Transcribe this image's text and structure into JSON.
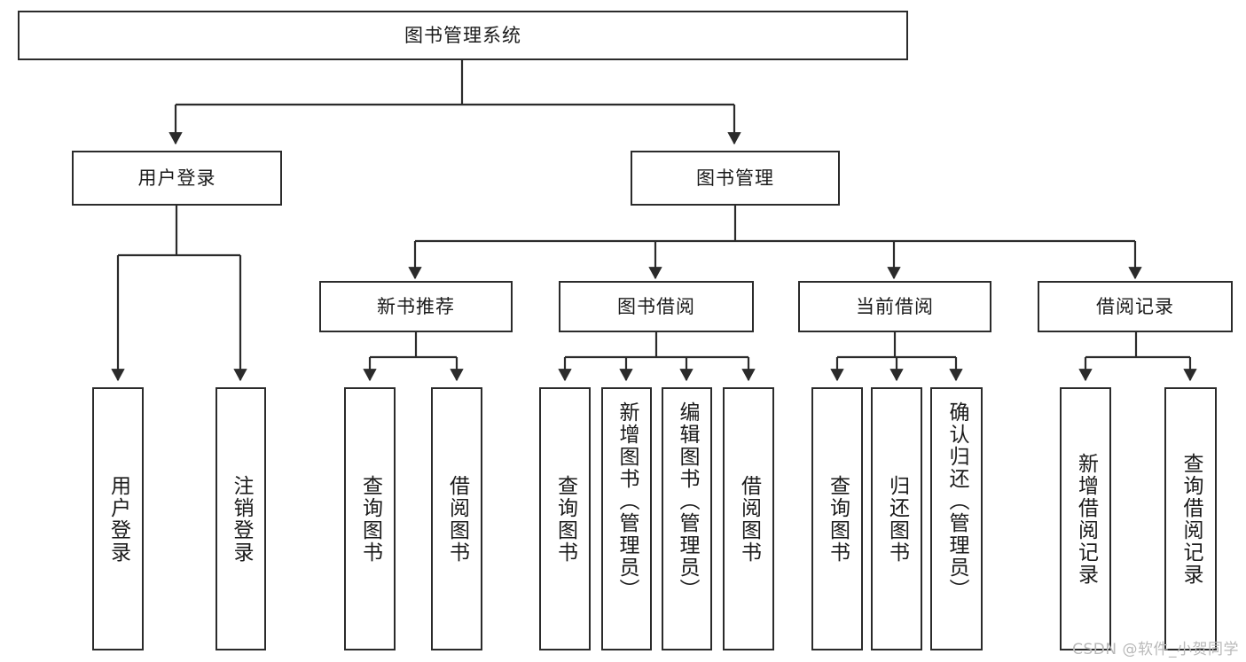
{
  "diagram": {
    "type": "tree",
    "title": "图书管理系统",
    "root": {
      "label": "图书管理系统"
    },
    "level2": [
      {
        "label": "用户登录"
      },
      {
        "label": "图书管理"
      }
    ],
    "level3": [
      {
        "label": "新书推荐"
      },
      {
        "label": "图书借阅"
      },
      {
        "label": "当前借阅"
      },
      {
        "label": "借阅记录"
      }
    ],
    "leaves_user_login": [
      {
        "label": "用户登录"
      },
      {
        "label": "注销登录"
      }
    ],
    "leaves_new_book": [
      {
        "label": "查询图书"
      },
      {
        "label": "借阅图书"
      }
    ],
    "leaves_borrow": [
      {
        "label": "查询图书"
      },
      {
        "label": "新增图书（管理员）"
      },
      {
        "label": "编辑图书（管理员）"
      },
      {
        "label": "借阅图书"
      }
    ],
    "leaves_current": [
      {
        "label": "查询图书"
      },
      {
        "label": "归还图书"
      },
      {
        "label": "确认归还（管理员）"
      }
    ],
    "leaves_records": [
      {
        "label": "新增借阅记录"
      },
      {
        "label": "查询借阅记录"
      }
    ]
  },
  "watermark": {
    "text": "CSDN @软件_小贺同学"
  },
  "colors": {
    "stroke": "#2b2b2b",
    "fill": "#ffffff",
    "text": "#1a1a1a",
    "watermark": "#b9b9b9"
  }
}
